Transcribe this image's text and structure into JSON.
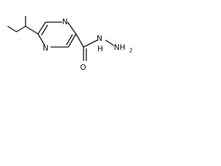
{
  "molecule": {
    "atoms": {
      "n_top": "N",
      "n_bottom": "N",
      "nh": "NH",
      "nh_subscript": "2",
      "hydrazide_nh": "N",
      "hydrazide_h": "H",
      "oxygen": "O"
    }
  },
  "colors": {
    "background": "#ffffff",
    "bond": "#000000",
    "text": "#000000"
  }
}
